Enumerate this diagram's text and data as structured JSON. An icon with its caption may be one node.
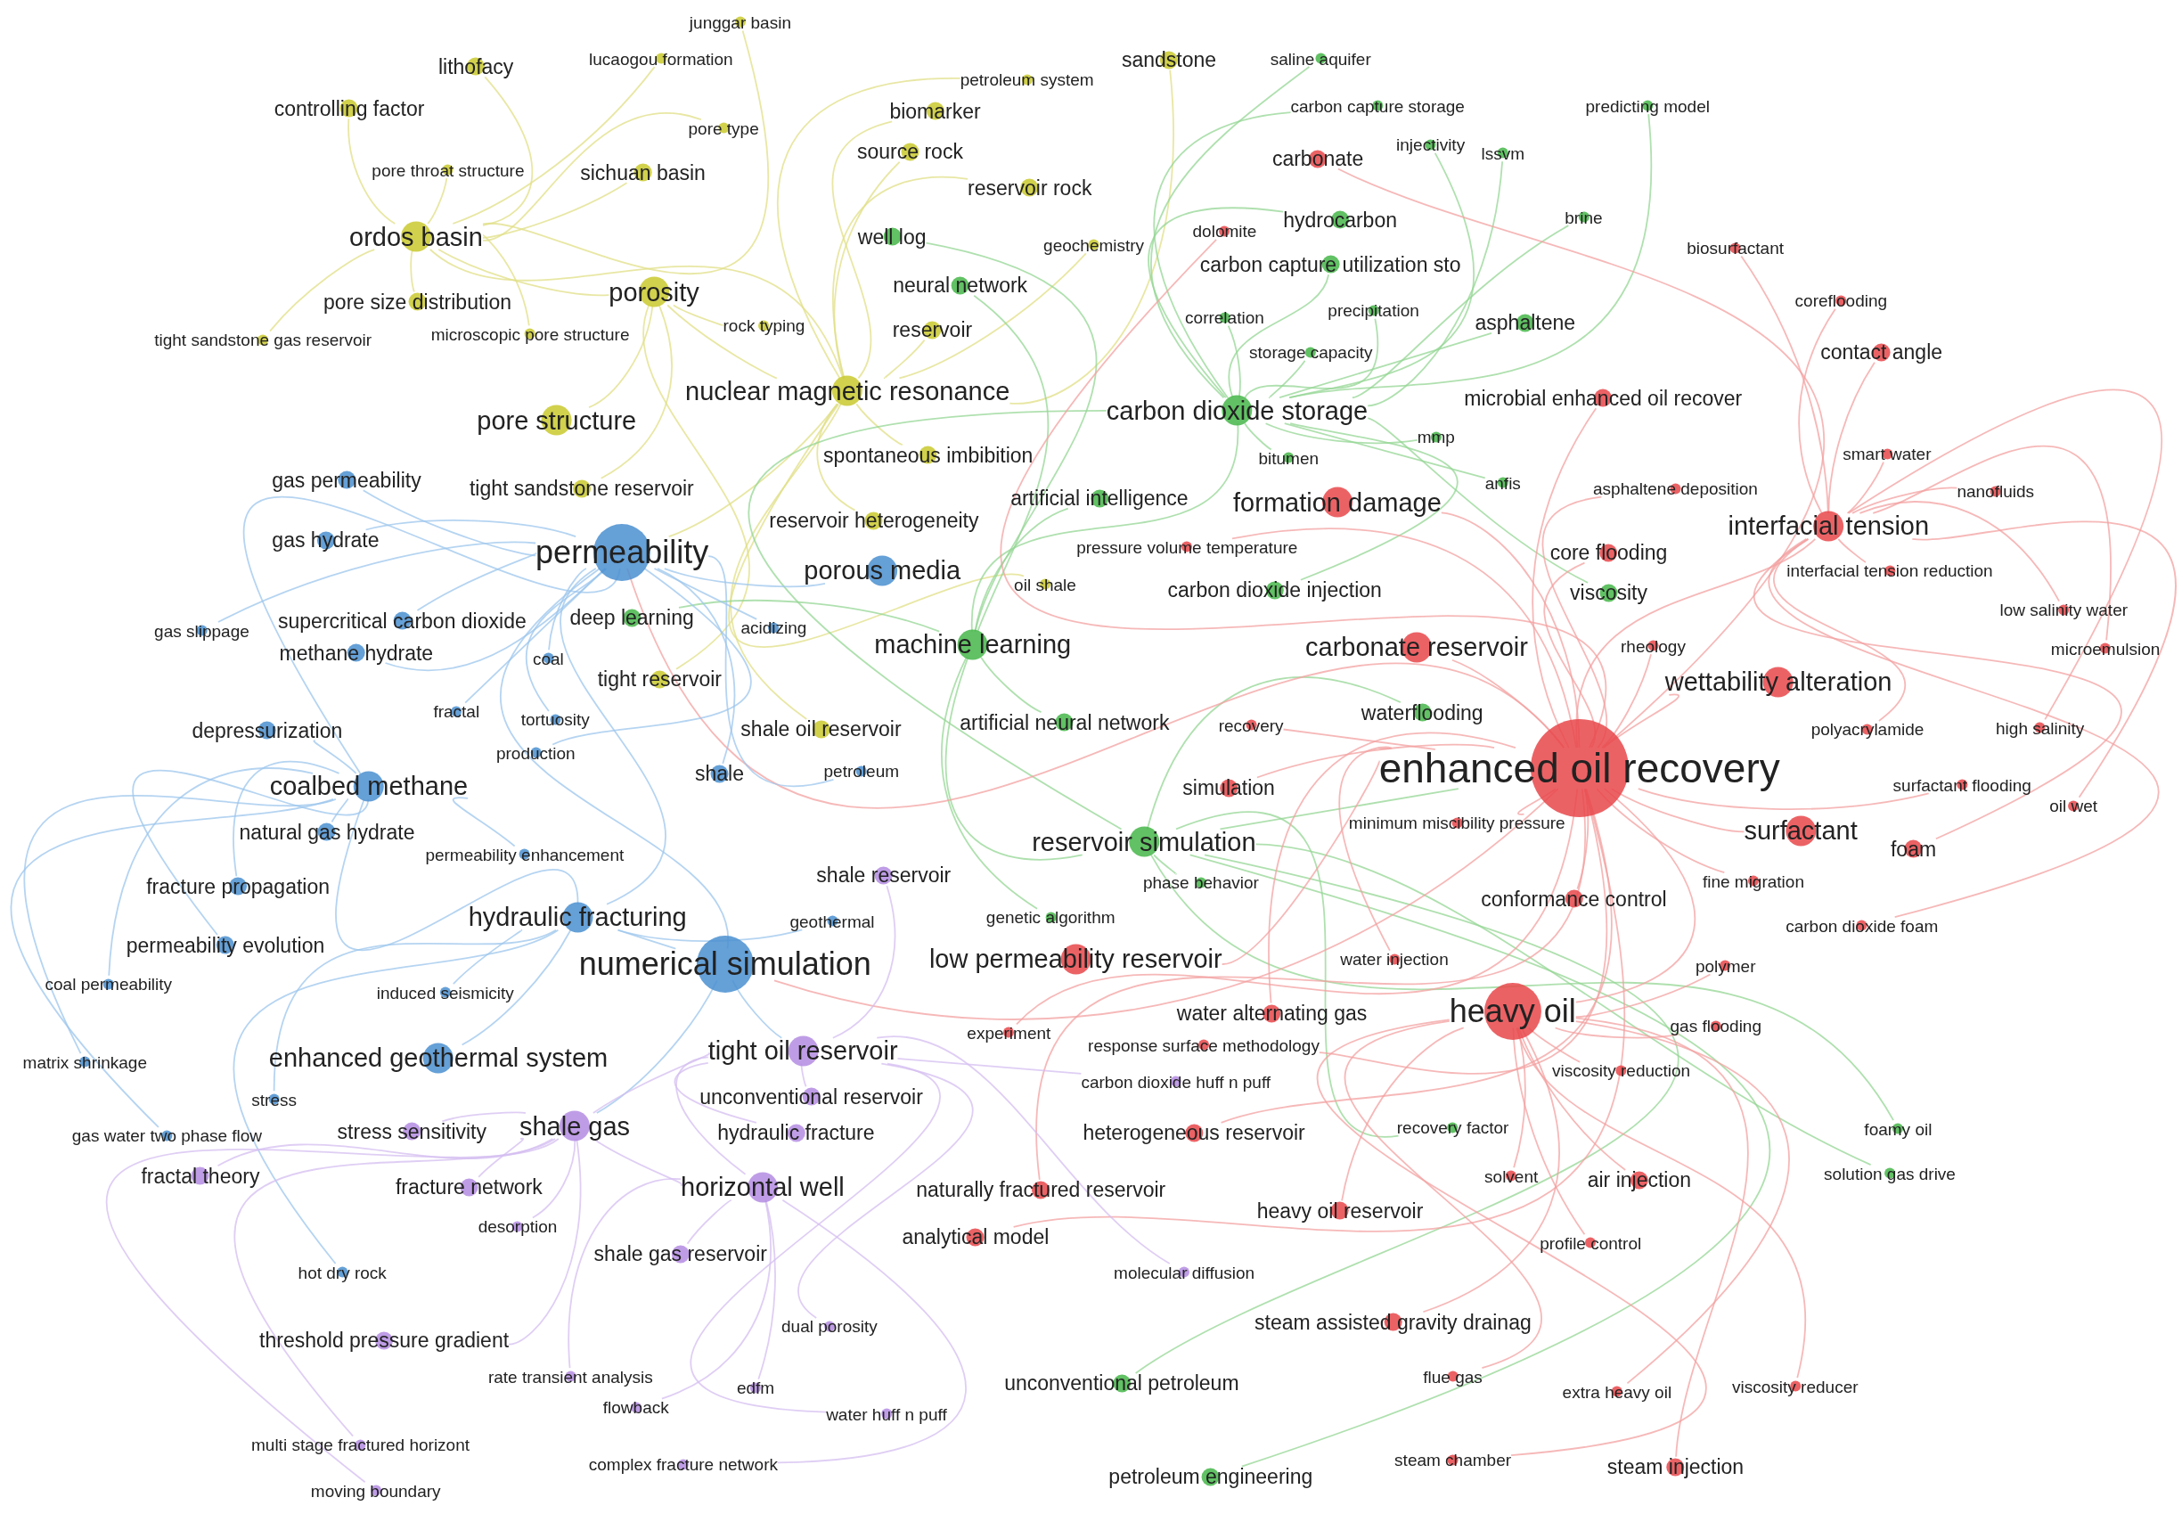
{
  "diagram": {
    "nodes": [
      {
        "text": [
          "junggar basin"
        ]
      },
      {
        "text": [
          "lithofacy"
        ]
      },
      {
        "text": [
          "lucaogou formation"
        ]
      },
      {
        "text": [
          "controlling factor"
        ]
      },
      {
        "text": [
          "pore type"
        ]
      },
      {
        "text": [
          "pore throat structure"
        ]
      },
      {
        "text": [
          "sichuan basin"
        ]
      },
      {
        "text": [
          "ordos basin"
        ]
      },
      {
        "text": [
          "pore size distribution"
        ]
      },
      {
        "text": [
          "porosity"
        ]
      },
      {
        "text": [
          "tight sandstone gas reservoir"
        ]
      },
      {
        "text": [
          "microscopic pore structure"
        ]
      },
      {
        "text": [
          "pore structure"
        ]
      },
      {
        "text": [
          "nuclear magnetic resonance"
        ]
      },
      {
        "text": [
          "tight sandstone reservoir"
        ]
      },
      {
        "text": [
          "spontaneous imbibition"
        ]
      },
      {
        "text": [
          "reservoir heterogeneity"
        ]
      },
      {
        "text": [
          "tight reservoir"
        ]
      },
      {
        "text": [
          "shale oil reservoir"
        ]
      },
      {
        "text": [
          "petroleum system"
        ]
      },
      {
        "text": [
          "sandstone"
        ]
      },
      {
        "text": [
          "biomarker"
        ]
      },
      {
        "text": [
          "source rock"
        ]
      },
      {
        "text": [
          "reservoir rock"
        ]
      },
      {
        "text": [
          "geochemistry"
        ]
      },
      {
        "text": [
          "reservoir"
        ]
      },
      {
        "text": [
          "rock typing"
        ]
      },
      {
        "text": [
          "oil shale"
        ]
      },
      {
        "text": [
          "well log"
        ]
      },
      {
        "text": [
          "saline aquifer"
        ]
      },
      {
        "text": [
          "carbon capture storage"
        ]
      },
      {
        "text": [
          "injectivity"
        ]
      },
      {
        "text": [
          "lssvm"
        ]
      },
      {
        "text": [
          "predicting model"
        ]
      },
      {
        "text": [
          "hydrocarbon"
        ]
      },
      {
        "text": [
          "brine"
        ]
      },
      {
        "text": [
          "carbon capture utilization sto"
        ]
      },
      {
        "text": [
          "neural network"
        ]
      },
      {
        "text": [
          "correlation"
        ]
      },
      {
        "text": [
          "precipitation"
        ]
      },
      {
        "text": [
          "storage capacity"
        ]
      },
      {
        "text": [
          "asphaltene"
        ]
      },
      {
        "text": [
          "carbon dioxide storage"
        ]
      },
      {
        "text": [
          "mmp"
        ]
      },
      {
        "text": [
          "bitumen"
        ]
      },
      {
        "text": [
          "artificial intelligence"
        ]
      },
      {
        "text": [
          "anfis"
        ]
      },
      {
        "text": [
          "carbon dioxide injection"
        ]
      },
      {
        "text": [
          "viscosity"
        ]
      },
      {
        "text": [
          "machine learning"
        ]
      },
      {
        "text": [
          "artificial neural network"
        ]
      },
      {
        "text": [
          "deep learning"
        ]
      },
      {
        "text": [
          "waterflooding"
        ]
      },
      {
        "text": [
          "reservoir simulation"
        ]
      },
      {
        "text": [
          "phase behavior"
        ]
      },
      {
        "text": [
          "genetic algorithm"
        ]
      },
      {
        "text": [
          "unconventional petroleum"
        ]
      },
      {
        "text": [
          "petroleum engineering"
        ]
      },
      {
        "text": [
          "recovery factor"
        ]
      },
      {
        "text": [
          "foamy oil"
        ]
      },
      {
        "text": [
          "solution gas drive"
        ]
      },
      {
        "text": [
          "carbonate"
        ]
      },
      {
        "text": [
          "dolomite"
        ]
      },
      {
        "text": [
          "pressure volume temperature"
        ]
      },
      {
        "text": [
          "recovery"
        ]
      },
      {
        "text": [
          "simulation"
        ]
      },
      {
        "text": [
          "extra heavy oil"
        ]
      },
      {
        "text": [
          "biosurfactant"
        ]
      },
      {
        "text": [
          "coreflooding"
        ]
      },
      {
        "text": [
          "contact angle"
        ]
      },
      {
        "text": [
          "microbial enhanced oil recover"
        ]
      },
      {
        "text": [
          "smart water"
        ]
      },
      {
        "text": [
          "nanofluids"
        ]
      },
      {
        "text": [
          "asphaltene deposition"
        ]
      },
      {
        "text": [
          "formation damage"
        ]
      },
      {
        "text": [
          "interfacial tension"
        ]
      },
      {
        "text": [
          "core flooding"
        ]
      },
      {
        "text": [
          "interfacial tension reduction"
        ]
      },
      {
        "text": [
          "low salinity water"
        ]
      },
      {
        "text": [
          "rheology"
        ]
      },
      {
        "text": [
          "microemulsion"
        ]
      },
      {
        "text": [
          "carbonate reservoir"
        ]
      },
      {
        "text": [
          "wettability alteration"
        ]
      },
      {
        "text": [
          "polyacrylamide"
        ]
      },
      {
        "text": [
          "high salinity"
        ]
      },
      {
        "text": [
          "enhanced oil recovery"
        ]
      },
      {
        "text": [
          "surfactant flooding"
        ]
      },
      {
        "text": [
          "oil wet"
        ]
      },
      {
        "text": [
          "surfactant"
        ]
      },
      {
        "text": [
          "minimum miscibility pressure"
        ]
      },
      {
        "text": [
          "foam"
        ]
      },
      {
        "text": [
          "fine migration"
        ]
      },
      {
        "text": [
          "conformance control"
        ]
      },
      {
        "text": [
          "carbon dioxide foam"
        ]
      },
      {
        "text": [
          "polymer"
        ]
      },
      {
        "text": [
          "low permeability reservoir"
        ]
      },
      {
        "text": [
          "water injection"
        ]
      },
      {
        "text": [
          "heavy oil"
        ]
      },
      {
        "text": [
          "gas flooding"
        ]
      },
      {
        "text": [
          "water alternating gas"
        ]
      },
      {
        "text": [
          "experiment"
        ]
      },
      {
        "text": [
          "response surface methodology"
        ]
      },
      {
        "text": [
          "viscosity reduction"
        ]
      },
      {
        "text": [
          "heterogeneous reservoir"
        ]
      },
      {
        "text": [
          "naturally fractured reservoir"
        ]
      },
      {
        "text": [
          "solvent"
        ]
      },
      {
        "text": [
          "air injection"
        ]
      },
      {
        "text": [
          "heavy oil reservoir"
        ]
      },
      {
        "text": [
          "analytical model"
        ]
      },
      {
        "text": [
          "profile control"
        ]
      },
      {
        "text": [
          "steam assisted gravity drainag"
        ]
      },
      {
        "text": [
          "flue gas"
        ]
      },
      {
        "text": [
          "viscosity reducer"
        ]
      },
      {
        "text": [
          "steam chamber"
        ]
      },
      {
        "text": [
          "steam injection"
        ]
      },
      {
        "text": [
          "gas permeability"
        ]
      },
      {
        "text": [
          "permeability"
        ]
      },
      {
        "text": [
          "gas hydrate"
        ]
      },
      {
        "text": [
          "porous media"
        ]
      },
      {
        "text": [
          "gas slippage"
        ]
      },
      {
        "text": [
          "supercritical carbon dioxide"
        ]
      },
      {
        "text": [
          "methane hydrate"
        ]
      },
      {
        "text": [
          "acidizing"
        ]
      },
      {
        "text": [
          "coal"
        ]
      },
      {
        "text": [
          "fractal"
        ]
      },
      {
        "text": [
          "tortuosity"
        ]
      },
      {
        "text": [
          "depressurization"
        ]
      },
      {
        "text": [
          "production"
        ]
      },
      {
        "text": [
          "petroleum"
        ]
      },
      {
        "text": [
          "shale"
        ]
      },
      {
        "text": [
          "coalbed methane"
        ]
      },
      {
        "text": [
          "natural gas hydrate"
        ]
      },
      {
        "text": [
          "permeability enhancement"
        ]
      },
      {
        "text": [
          "fracture propagation"
        ]
      },
      {
        "text": [
          "hydraulic fracturing"
        ]
      },
      {
        "text": [
          "geothermal"
        ]
      },
      {
        "text": [
          "permeability evolution"
        ]
      },
      {
        "text": [
          "numerical simulation"
        ]
      },
      {
        "text": [
          "coal permeability"
        ]
      },
      {
        "text": [
          "induced seismicity"
        ]
      },
      {
        "text": [
          "matrix shrinkage"
        ]
      },
      {
        "text": [
          "enhanced geothermal system"
        ]
      },
      {
        "text": [
          "stress"
        ]
      },
      {
        "text": [
          "gas water two phase flow"
        ]
      },
      {
        "text": [
          "hot dry rock"
        ]
      },
      {
        "text": [
          "carbon dioxide huff n puff"
        ]
      },
      {
        "text": [
          "molecular diffusion"
        ]
      },
      {
        "text": [
          "shale reservoir"
        ]
      },
      {
        "text": [
          "tight oil reservoir"
        ]
      },
      {
        "text": [
          "unconventional reservoir"
        ]
      },
      {
        "text": [
          "stress sensitivity"
        ]
      },
      {
        "text": [
          "shale gas"
        ]
      },
      {
        "text": [
          "hydraulic fracture"
        ]
      },
      {
        "text": [
          "fractal theory"
        ]
      },
      {
        "text": [
          "fracture network"
        ]
      },
      {
        "text": [
          "horizontal well"
        ]
      },
      {
        "text": [
          "desorption"
        ]
      },
      {
        "text": [
          "shale gas reservoir"
        ]
      },
      {
        "text": [
          "dual porosity"
        ]
      },
      {
        "text": [
          "threshold pressure gradient"
        ]
      },
      {
        "text": [
          "rate transient analysis"
        ]
      },
      {
        "text": [
          "edfm"
        ]
      },
      {
        "text": [
          "flowback"
        ]
      },
      {
        "text": [
          "water huff n puff"
        ]
      },
      {
        "text": [
          "multi stage fractured horizont"
        ]
      },
      {
        "text": [
          "complex fracture network"
        ]
      },
      {
        "text": [
          "moving boundary"
        ]
      }
    ],
    "edges": [
      {
        "from": 7,
        "to": 0,
        "arrow": "none",
        "color": "#e0df86"
      },
      {
        "from": 7,
        "to": 1,
        "arrow": "none",
        "color": "#e0df86"
      },
      {
        "from": 7,
        "to": 2,
        "arrow": "none",
        "color": "#e0df86"
      },
      {
        "from": 7,
        "to": 3,
        "arrow": "none",
        "color": "#e0df86"
      },
      {
        "from": 7,
        "to": 4,
        "arrow": "none",
        "color": "#e0df86"
      },
      {
        "from": 7,
        "to": 5,
        "arrow": "none",
        "color": "#e0df86"
      },
      {
        "from": 7,
        "to": 6,
        "arrow": "none",
        "color": "#e0df86"
      },
      {
        "from": 7,
        "to": 8,
        "arrow": "none",
        "color": "#e0df86"
      },
      {
        "from": 7,
        "to": 10,
        "arrow": "none",
        "color": "#e0df86"
      },
      {
        "from": 7,
        "to": 11,
        "arrow": "none",
        "color": "#e0df86"
      },
      {
        "from": 9,
        "to": 12,
        "arrow": "none",
        "color": "#e0df86"
      },
      {
        "from": 9,
        "to": 14,
        "arrow": "none",
        "color": "#e0df86"
      },
      {
        "from": 9,
        "to": 17,
        "arrow": "none",
        "color": "#e0df86"
      },
      {
        "from": 9,
        "to": 26,
        "arrow": "none",
        "color": "#e0df86"
      },
      {
        "from": 13,
        "to": 15,
        "arrow": "none",
        "color": "#e0df86"
      },
      {
        "from": 13,
        "to": 16,
        "arrow": "none",
        "color": "#e0df86"
      },
      {
        "from": 13,
        "to": 18,
        "arrow": "none",
        "color": "#e0df86"
      },
      {
        "from": 13,
        "to": 19,
        "arrow": "none",
        "color": "#e0df86"
      },
      {
        "from": 13,
        "to": 20,
        "arrow": "none",
        "color": "#e0df86"
      },
      {
        "from": 13,
        "to": 21,
        "arrow": "none",
        "color": "#e0df86"
      },
      {
        "from": 13,
        "to": 22,
        "arrow": "none",
        "color": "#e0df86"
      },
      {
        "from": 13,
        "to": 23,
        "arrow": "none",
        "color": "#e0df86"
      },
      {
        "from": 13,
        "to": 24,
        "arrow": "none",
        "color": "#e0df86"
      },
      {
        "from": 13,
        "to": 25,
        "arrow": "none",
        "color": "#e0df86"
      },
      {
        "from": 13,
        "to": 27,
        "arrow": "none",
        "color": "#e0df86"
      },
      {
        "from": 7,
        "to": 9,
        "arrow": "none",
        "color": "#e0df86"
      },
      {
        "from": 9,
        "to": 13,
        "arrow": "none",
        "color": "#e0df86"
      },
      {
        "from": 7,
        "to": 13,
        "arrow": "none",
        "color": "#e0df86"
      },
      {
        "from": 13,
        "to": 116,
        "arrow": "none",
        "color": "#e0df86"
      },
      {
        "from": 42,
        "to": 29,
        "arrow": "none",
        "color": "#94d694"
      },
      {
        "from": 42,
        "to": 30,
        "arrow": "none",
        "color": "#94d694"
      },
      {
        "from": 42,
        "to": 31,
        "arrow": "none",
        "color": "#94d694"
      },
      {
        "from": 42,
        "to": 32,
        "arrow": "none",
        "color": "#94d694"
      },
      {
        "from": 42,
        "to": 33,
        "arrow": "none",
        "color": "#94d694"
      },
      {
        "from": 42,
        "to": 34,
        "arrow": "none",
        "color": "#94d694"
      },
      {
        "from": 42,
        "to": 35,
        "arrow": "none",
        "color": "#94d694"
      },
      {
        "from": 42,
        "to": 36,
        "arrow": "none",
        "color": "#94d694"
      },
      {
        "from": 42,
        "to": 38,
        "arrow": "none",
        "color": "#94d694"
      },
      {
        "from": 42,
        "to": 39,
        "arrow": "none",
        "color": "#94d694"
      },
      {
        "from": 42,
        "to": 40,
        "arrow": "none",
        "color": "#94d694"
      },
      {
        "from": 42,
        "to": 41,
        "arrow": "none",
        "color": "#94d694"
      },
      {
        "from": 42,
        "to": 43,
        "arrow": "none",
        "color": "#94d694"
      },
      {
        "from": 42,
        "to": 44,
        "arrow": "none",
        "color": "#94d694"
      },
      {
        "from": 42,
        "to": 46,
        "arrow": "none",
        "color": "#94d694"
      },
      {
        "from": 42,
        "to": 47,
        "arrow": "none",
        "color": "#94d694"
      },
      {
        "from": 42,
        "to": 48,
        "arrow": "none",
        "color": "#94d694"
      },
      {
        "from": 49,
        "to": 28,
        "arrow": "none",
        "color": "#94d694"
      },
      {
        "from": 49,
        "to": 37,
        "arrow": "none",
        "color": "#94d694"
      },
      {
        "from": 49,
        "to": 45,
        "arrow": "none",
        "color": "#94d694"
      },
      {
        "from": 49,
        "to": 50,
        "arrow": "none",
        "color": "#94d694"
      },
      {
        "from": 49,
        "to": 51,
        "arrow": "none",
        "color": "#94d694"
      },
      {
        "from": 49,
        "to": 55,
        "arrow": "none",
        "color": "#94d694"
      },
      {
        "from": 53,
        "to": 52,
        "arrow": "none",
        "color": "#94d694"
      },
      {
        "from": 53,
        "to": 54,
        "arrow": "none",
        "color": "#94d694"
      },
      {
        "from": 53,
        "to": 56,
        "arrow": "none",
        "color": "#94d694"
      },
      {
        "from": 53,
        "to": 57,
        "arrow": "none",
        "color": "#94d694"
      },
      {
        "from": 53,
        "to": 58,
        "arrow": "none",
        "color": "#94d694"
      },
      {
        "from": 53,
        "to": 59,
        "arrow": "none",
        "color": "#94d694"
      },
      {
        "from": 53,
        "to": 60,
        "arrow": "none",
        "color": "#94d694"
      },
      {
        "from": 42,
        "to": 49,
        "arrow": "none",
        "color": "#94d694"
      },
      {
        "from": 49,
        "to": 53,
        "arrow": "none",
        "color": "#94d694"
      },
      {
        "from": 42,
        "to": 53,
        "arrow": "none",
        "color": "#94d694"
      },
      {
        "from": 53,
        "to": 85,
        "arrow": "none",
        "color": "#94d694"
      },
      {
        "from": 85,
        "to": 61,
        "arrow": "none",
        "color": "#f3a0a0"
      },
      {
        "from": 85,
        "to": 62,
        "arrow": "none",
        "color": "#f3a0a0"
      },
      {
        "from": 85,
        "to": 63,
        "arrow": "none",
        "color": "#f3a0a0"
      },
      {
        "from": 85,
        "to": 64,
        "arrow": "none",
        "color": "#f3a0a0"
      },
      {
        "from": 85,
        "to": 65,
        "arrow": "none",
        "color": "#f3a0a0"
      },
      {
        "from": 85,
        "to": 70,
        "arrow": "none",
        "color": "#f3a0a0"
      },
      {
        "from": 85,
        "to": 73,
        "arrow": "none",
        "color": "#f3a0a0"
      },
      {
        "from": 85,
        "to": 74,
        "arrow": "none",
        "color": "#f3a0a0"
      },
      {
        "from": 85,
        "to": 76,
        "arrow": "none",
        "color": "#f3a0a0"
      },
      {
        "from": 85,
        "to": 79,
        "arrow": "none",
        "color": "#f3a0a0"
      },
      {
        "from": 85,
        "to": 81,
        "arrow": "none",
        "color": "#f3a0a0"
      },
      {
        "from": 85,
        "to": 82,
        "arrow": "none",
        "color": "#f3a0a0"
      },
      {
        "from": 85,
        "to": 86,
        "arrow": "none",
        "color": "#f3a0a0"
      },
      {
        "from": 85,
        "to": 88,
        "arrow": "none",
        "color": "#f3a0a0"
      },
      {
        "from": 85,
        "to": 89,
        "arrow": "none",
        "color": "#f3a0a0"
      },
      {
        "from": 85,
        "to": 91,
        "arrow": "none",
        "color": "#f3a0a0"
      },
      {
        "from": 85,
        "to": 92,
        "arrow": "none",
        "color": "#f3a0a0"
      },
      {
        "from": 85,
        "to": 95,
        "arrow": "none",
        "color": "#f3a0a0"
      },
      {
        "from": 85,
        "to": 96,
        "arrow": "none",
        "color": "#f3a0a0"
      },
      {
        "from": 85,
        "to": 99,
        "arrow": "none",
        "color": "#f3a0a0"
      },
      {
        "from": 85,
        "to": 100,
        "arrow": "none",
        "color": "#f3a0a0"
      },
      {
        "from": 85,
        "to": 101,
        "arrow": "none",
        "color": "#f3a0a0"
      },
      {
        "from": 85,
        "to": 103,
        "arrow": "none",
        "color": "#f3a0a0"
      },
      {
        "from": 85,
        "to": 104,
        "arrow": "none",
        "color": "#f3a0a0"
      },
      {
        "from": 85,
        "to": 108,
        "arrow": "none",
        "color": "#f3a0a0"
      },
      {
        "from": 75,
        "to": 67,
        "arrow": "none",
        "color": "#f3a0a0"
      },
      {
        "from": 75,
        "to": 68,
        "arrow": "none",
        "color": "#f3a0a0"
      },
      {
        "from": 75,
        "to": 69,
        "arrow": "none",
        "color": "#f3a0a0"
      },
      {
        "from": 75,
        "to": 71,
        "arrow": "none",
        "color": "#f3a0a0"
      },
      {
        "from": 75,
        "to": 72,
        "arrow": "none",
        "color": "#f3a0a0"
      },
      {
        "from": 75,
        "to": 77,
        "arrow": "none",
        "color": "#f3a0a0"
      },
      {
        "from": 75,
        "to": 78,
        "arrow": "none",
        "color": "#f3a0a0"
      },
      {
        "from": 75,
        "to": 80,
        "arrow": "none",
        "color": "#f3a0a0"
      },
      {
        "from": 75,
        "to": 83,
        "arrow": "none",
        "color": "#f3a0a0"
      },
      {
        "from": 75,
        "to": 84,
        "arrow": "none",
        "color": "#f3a0a0"
      },
      {
        "from": 75,
        "to": 87,
        "arrow": "none",
        "color": "#f3a0a0"
      },
      {
        "from": 75,
        "to": 90,
        "arrow": "none",
        "color": "#f3a0a0"
      },
      {
        "from": 75,
        "to": 93,
        "arrow": "none",
        "color": "#f3a0a0"
      },
      {
        "from": 97,
        "to": 66,
        "arrow": "none",
        "color": "#f3a0a0"
      },
      {
        "from": 97,
        "to": 94,
        "arrow": "none",
        "color": "#f3a0a0"
      },
      {
        "from": 97,
        "to": 98,
        "arrow": "none",
        "color": "#f3a0a0"
      },
      {
        "from": 97,
        "to": 102,
        "arrow": "none",
        "color": "#f3a0a0"
      },
      {
        "from": 97,
        "to": 105,
        "arrow": "none",
        "color": "#f3a0a0"
      },
      {
        "from": 97,
        "to": 106,
        "arrow": "none",
        "color": "#f3a0a0"
      },
      {
        "from": 97,
        "to": 107,
        "arrow": "none",
        "color": "#f3a0a0"
      },
      {
        "from": 97,
        "to": 109,
        "arrow": "none",
        "color": "#f3a0a0"
      },
      {
        "from": 97,
        "to": 110,
        "arrow": "none",
        "color": "#f3a0a0"
      },
      {
        "from": 97,
        "to": 111,
        "arrow": "none",
        "color": "#f3a0a0"
      },
      {
        "from": 97,
        "to": 112,
        "arrow": "none",
        "color": "#f3a0a0"
      },
      {
        "from": 97,
        "to": 113,
        "arrow": "none",
        "color": "#f3a0a0"
      },
      {
        "from": 97,
        "to": 114,
        "arrow": "none",
        "color": "#f3a0a0"
      },
      {
        "from": 85,
        "to": 75,
        "arrow": "none",
        "color": "#f3a0a0"
      },
      {
        "from": 85,
        "to": 97,
        "arrow": "none",
        "color": "#f3a0a0"
      },
      {
        "from": 85,
        "to": 116,
        "arrow": "none",
        "color": "#f3a0a0"
      },
      {
        "from": 85,
        "to": 137,
        "arrow": "none",
        "color": "#f3a0a0"
      },
      {
        "from": 116,
        "to": 115,
        "arrow": "none",
        "color": "#9cc6ec"
      },
      {
        "from": 116,
        "to": 117,
        "arrow": "none",
        "color": "#9cc6ec"
      },
      {
        "from": 116,
        "to": 118,
        "arrow": "none",
        "color": "#9cc6ec"
      },
      {
        "from": 116,
        "to": 119,
        "arrow": "none",
        "color": "#9cc6ec"
      },
      {
        "from": 116,
        "to": 120,
        "arrow": "none",
        "color": "#9cc6ec"
      },
      {
        "from": 116,
        "to": 121,
        "arrow": "none",
        "color": "#9cc6ec"
      },
      {
        "from": 116,
        "to": 122,
        "arrow": "none",
        "color": "#9cc6ec"
      },
      {
        "from": 116,
        "to": 123,
        "arrow": "none",
        "color": "#9cc6ec"
      },
      {
        "from": 116,
        "to": 124,
        "arrow": "none",
        "color": "#9cc6ec"
      },
      {
        "from": 116,
        "to": 125,
        "arrow": "none",
        "color": "#9cc6ec"
      },
      {
        "from": 116,
        "to": 127,
        "arrow": "none",
        "color": "#9cc6ec"
      },
      {
        "from": 116,
        "to": 128,
        "arrow": "none",
        "color": "#9cc6ec"
      },
      {
        "from": 116,
        "to": 129,
        "arrow": "none",
        "color": "#9cc6ec"
      },
      {
        "from": 130,
        "to": 126,
        "arrow": "none",
        "color": "#9cc6ec"
      },
      {
        "from": 130,
        "to": 131,
        "arrow": "none",
        "color": "#9cc6ec"
      },
      {
        "from": 130,
        "to": 132,
        "arrow": "none",
        "color": "#9cc6ec"
      },
      {
        "from": 130,
        "to": 133,
        "arrow": "none",
        "color": "#9cc6ec"
      },
      {
        "from": 130,
        "to": 136,
        "arrow": "none",
        "color": "#9cc6ec"
      },
      {
        "from": 130,
        "to": 138,
        "arrow": "none",
        "color": "#9cc6ec"
      },
      {
        "from": 130,
        "to": 140,
        "arrow": "none",
        "color": "#9cc6ec"
      },
      {
        "from": 130,
        "to": 143,
        "arrow": "none",
        "color": "#9cc6ec"
      },
      {
        "from": 134,
        "to": 135,
        "arrow": "none",
        "color": "#9cc6ec"
      },
      {
        "from": 134,
        "to": 139,
        "arrow": "none",
        "color": "#9cc6ec"
      },
      {
        "from": 134,
        "to": 141,
        "arrow": "none",
        "color": "#9cc6ec"
      },
      {
        "from": 134,
        "to": 142,
        "arrow": "none",
        "color": "#9cc6ec"
      },
      {
        "from": 134,
        "to": 144,
        "arrow": "none",
        "color": "#9cc6ec"
      },
      {
        "from": 116,
        "to": 130,
        "arrow": "none",
        "color": "#9cc6ec"
      },
      {
        "from": 116,
        "to": 134,
        "arrow": "none",
        "color": "#9cc6ec"
      },
      {
        "from": 116,
        "to": 137,
        "arrow": "none",
        "color": "#9cc6ec"
      },
      {
        "from": 130,
        "to": 134,
        "arrow": "none",
        "color": "#9cc6ec"
      },
      {
        "from": 134,
        "to": 137,
        "arrow": "none",
        "color": "#9cc6ec"
      },
      {
        "from": 137,
        "to": 151,
        "arrow": "none",
        "color": "#9cc6ec"
      },
      {
        "from": 137,
        "to": 148,
        "arrow": "none",
        "color": "#9cc6ec"
      },
      {
        "from": 148,
        "to": 145,
        "arrow": "none",
        "color": "#d4bdf0"
      },
      {
        "from": 148,
        "to": 146,
        "arrow": "none",
        "color": "#d4bdf0"
      },
      {
        "from": 148,
        "to": 147,
        "arrow": "none",
        "color": "#d4bdf0"
      },
      {
        "from": 148,
        "to": 149,
        "arrow": "none",
        "color": "#d4bdf0"
      },
      {
        "from": 148,
        "to": 152,
        "arrow": "none",
        "color": "#d4bdf0"
      },
      {
        "from": 148,
        "to": 158,
        "arrow": "none",
        "color": "#d4bdf0"
      },
      {
        "from": 148,
        "to": 163,
        "arrow": "none",
        "color": "#d4bdf0"
      },
      {
        "from": 151,
        "to": 150,
        "arrow": "none",
        "color": "#d4bdf0"
      },
      {
        "from": 151,
        "to": 153,
        "arrow": "none",
        "color": "#d4bdf0"
      },
      {
        "from": 151,
        "to": 154,
        "arrow": "none",
        "color": "#d4bdf0"
      },
      {
        "from": 151,
        "to": 156,
        "arrow": "none",
        "color": "#d4bdf0"
      },
      {
        "from": 151,
        "to": 159,
        "arrow": "none",
        "color": "#d4bdf0"
      },
      {
        "from": 151,
        "to": 164,
        "arrow": "none",
        "color": "#d4bdf0"
      },
      {
        "from": 151,
        "to": 166,
        "arrow": "none",
        "color": "#d4bdf0"
      },
      {
        "from": 155,
        "to": 157,
        "arrow": "none",
        "color": "#d4bdf0"
      },
      {
        "from": 155,
        "to": 160,
        "arrow": "none",
        "color": "#d4bdf0"
      },
      {
        "from": 155,
        "to": 161,
        "arrow": "none",
        "color": "#d4bdf0"
      },
      {
        "from": 155,
        "to": 162,
        "arrow": "none",
        "color": "#d4bdf0"
      },
      {
        "from": 155,
        "to": 165,
        "arrow": "none",
        "color": "#d4bdf0"
      },
      {
        "from": 148,
        "to": 151,
        "arrow": "none",
        "color": "#d4bdf0"
      },
      {
        "from": 151,
        "to": 155,
        "arrow": "none",
        "color": "#d4bdf0"
      },
      {
        "from": 148,
        "to": 155,
        "arrow": "none",
        "color": "#d4bdf0"
      }
    ]
  }
}
